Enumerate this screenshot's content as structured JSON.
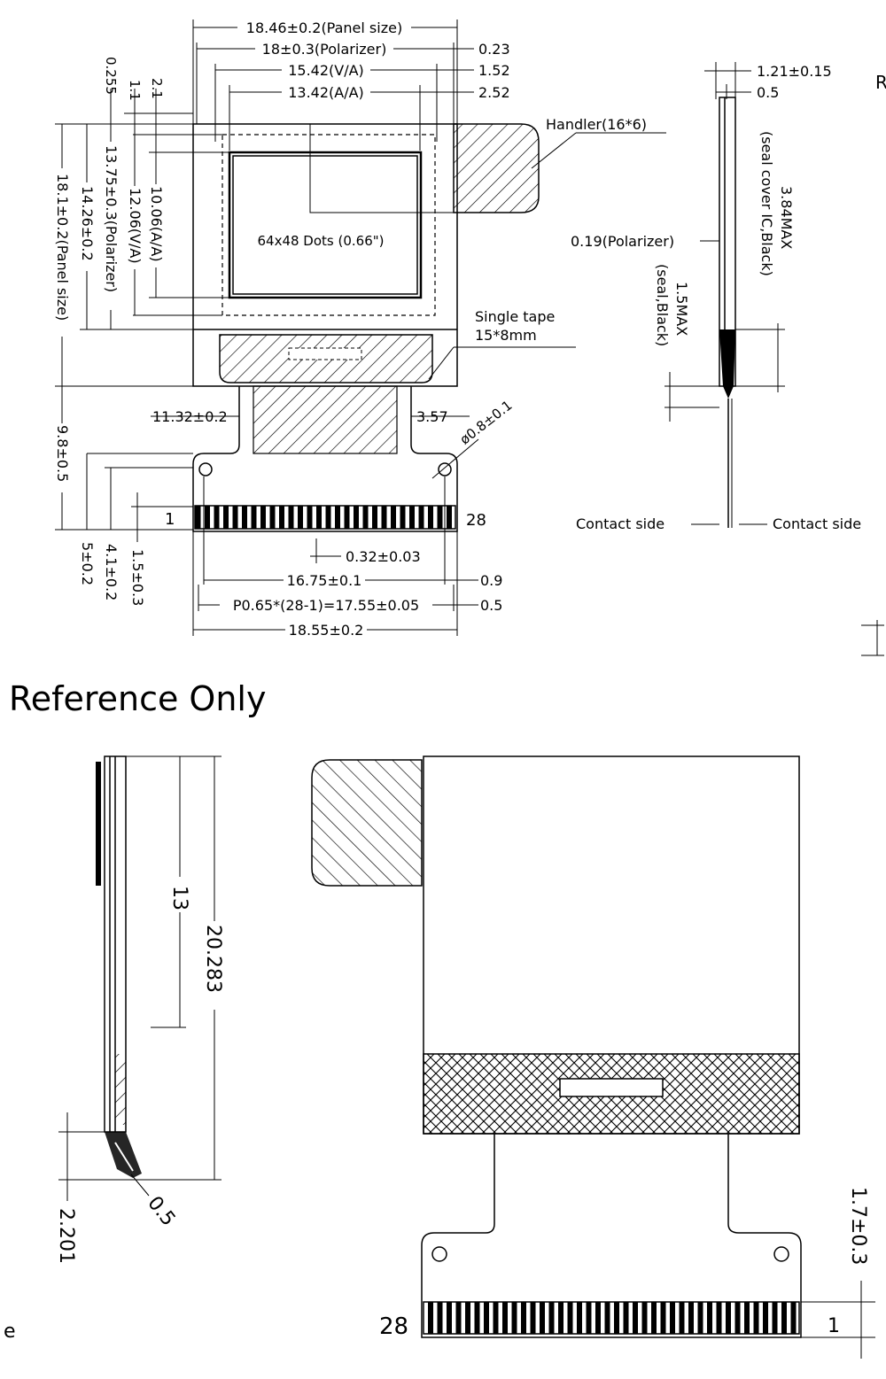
{
  "top_view": {
    "dims": {
      "panel_size_w": "18.46±0.2(Panel size)",
      "polarizer_w": "18±0.3(Polarizer)",
      "va_w": "15.42(V/A)",
      "aa_w": "13.42(A/A)",
      "r023": "0.23",
      "r152": "1.52",
      "r252": "2.52",
      "l0255": "0.255",
      "l11": "1.1",
      "l21": "2.1",
      "aa_h": "10.06(A/A)",
      "va_h": "12.06(V/A)",
      "polarizer_h": "13.75±0.3(Polarizer)",
      "h1426": "14.26±0.2",
      "panel_h": "18.1±0.2(Panel size)",
      "fpc_left": "11.32±0.2",
      "fpc_right": "3.57",
      "hole": "ø0.8±0.1",
      "v98": "9.8±0.5",
      "v5": "5±0.2",
      "v41": "4.1±0.2",
      "v15": "1.5±0.3",
      "pin_w": "0.32±0.03",
      "pin_span": "16.75±0.1",
      "r09": "0.9",
      "pitch": "P0.65*(28-1)=17.55±0.05",
      "r05": "0.5",
      "fpc_w": "18.55±0.2"
    },
    "labels": {
      "active_area": "64x48 Dots (0.66\")",
      "handler": "Handler(16*6)",
      "tape_line1": "Single tape",
      "tape_line2": "15*8mm",
      "pin1": "1",
      "pin28": "28"
    }
  },
  "side_view": {
    "dims": {
      "t121": "1.21±0.15",
      "t05": "0.5",
      "polarizer": "0.19(Polarizer)",
      "seal_cover_1": "3.84MAX",
      "seal_cover_2": "(seal cover IC,Black)",
      "seal_1": "1.5MAX",
      "seal_2": "(seal,Black)"
    },
    "labels": {
      "contact_left": "Contact side",
      "contact_right": "Contact side",
      "edge_letter": "R"
    }
  },
  "reference": {
    "title": "Reference Only",
    "dims": {
      "d13": "13",
      "d20283": "20.283",
      "d05": "0.5",
      "d2201": "2.201",
      "d17": "1.7±0.3"
    },
    "labels": {
      "pin28": "28",
      "pin1": "1",
      "edge_letter": "e"
    }
  }
}
